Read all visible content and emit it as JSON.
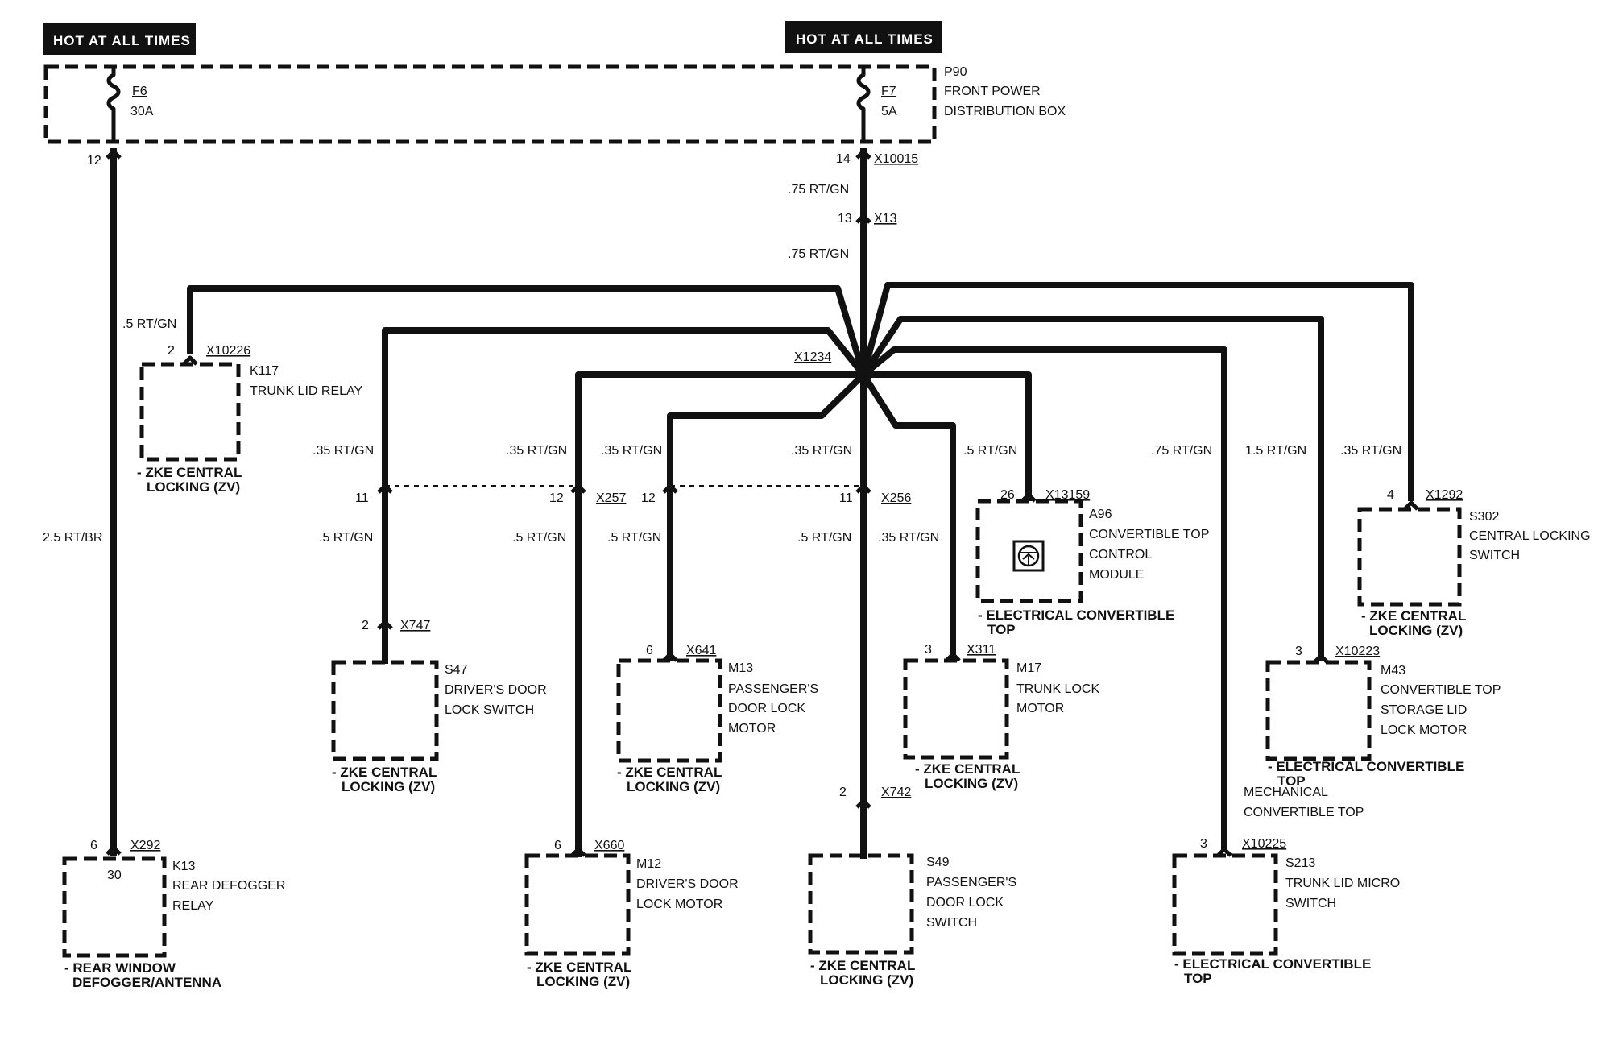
{
  "banners": {
    "left": "HOT AT ALL TIMES",
    "right": "HOT AT ALL TIMES"
  },
  "power_box": {
    "id": "P90",
    "name_line1": "FRONT POWER",
    "name_line2": "DISTRIBUTION BOX",
    "fuse_left": {
      "id": "F6",
      "rating": "30A",
      "pin": "12"
    },
    "fuse_right": {
      "id": "F7",
      "rating": "5A",
      "pin": "14",
      "connector": "X10015"
    }
  },
  "trunk": {
    "wire1": ".75 RT/GN",
    "pin13": "13",
    "connector13": "X13",
    "wire2": ".75 RT/GN",
    "splice": "X1234"
  },
  "left_wire": {
    "gauge1": ".5 RT/GN",
    "gauge2": "2.5 RT/BR"
  },
  "k117": {
    "pin": "2",
    "connector": "X10226",
    "id": "K117",
    "name": "TRUNK LID RELAY",
    "system1": "- ZKE CENTRAL",
    "system2": "LOCKING (ZV)"
  },
  "k13": {
    "pin": "6",
    "connector": "X292",
    "id": "K13",
    "name1": "REAR DEFOGGER",
    "name2": "RELAY",
    "inner": "30",
    "system1": "- REAR WINDOW",
    "system2": "DEFOGGER/ANTENNA"
  },
  "branches": {
    "w1": ".35 RT/GN",
    "w2": ".35 RT/GN",
    "w3": ".35 RT/GN",
    "w4": ".35 RT/GN",
    "w5": ".5 RT/GN",
    "w6": ".75 RT/GN",
    "w7": "1.5 RT/GN",
    "w8": ".35 RT/GN",
    "c1_pin_a": "11",
    "c1_pin_b": "12",
    "c1_conn": "X257",
    "c2_pin_a": "12",
    "c2_pin_b": "11",
    "c2_conn": "X256",
    "l1": ".5 RT/GN",
    "l2": ".5 RT/GN",
    "l3": ".5 RT/GN",
    "l4": ".5 RT/GN",
    "l5": ".35 RT/GN"
  },
  "a96": {
    "pin": "26",
    "connector": "X13159",
    "id": "A96",
    "name1": "CONVERTIBLE TOP",
    "name2": "CONTROL",
    "name3": "MODULE",
    "system1": "- ELECTRICAL CONVERTIBLE",
    "system2": "TOP"
  },
  "s302": {
    "pin": "4",
    "connector": "X1292",
    "id": "S302",
    "name1": "CENTRAL LOCKING",
    "name2": "SWITCH",
    "system1": "- ZKE CENTRAL",
    "system2": "LOCKING (ZV)"
  },
  "s47": {
    "pin": "2",
    "connector": "X747",
    "id": "S47",
    "name1": "DRIVER'S DOOR",
    "name2": "LOCK SWITCH",
    "system1": "- ZKE CENTRAL",
    "system2": "LOCKING (ZV)"
  },
  "m13": {
    "pin": "6",
    "connector": "X641",
    "id": "M13",
    "name1": "PASSENGER'S",
    "name2": "DOOR LOCK",
    "name3": "MOTOR",
    "system1": "- ZKE CENTRAL",
    "system2": "LOCKING (ZV)"
  },
  "m17": {
    "pin": "3",
    "connector": "X311",
    "id": "M17",
    "name1": "TRUNK LOCK",
    "name2": "MOTOR",
    "system1": "- ZKE CENTRAL",
    "system2": "LOCKING (ZV)"
  },
  "m43": {
    "pin": "3",
    "connector": "X10223",
    "id": "M43",
    "name1": "CONVERTIBLE TOP",
    "name2": "STORAGE LID",
    "name3": "LOCK MOTOR",
    "system1": "- ELECTRICAL CONVERTIBLE",
    "system2": "TOP",
    "system3": "MECHANICAL",
    "system4": "CONVERTIBLE TOP"
  },
  "m12": {
    "pin": "6",
    "connector": "X660",
    "id": "M12",
    "name1": "DRIVER'S DOOR",
    "name2": "LOCK MOTOR",
    "system1": "- ZKE CENTRAL",
    "system2": "LOCKING (ZV)"
  },
  "s49": {
    "pin": "2",
    "connector": "X742",
    "id": "S49",
    "name1": "PASSENGER'S",
    "name2": "DOOR LOCK",
    "name3": "SWITCH",
    "system1": "- ZKE CENTRAL",
    "system2": "LOCKING (ZV)"
  },
  "s213": {
    "pin": "3",
    "connector": "X10225",
    "id": "S213",
    "name1": "TRUNK LID MICRO",
    "name2": "SWITCH",
    "system1": "- ELECTRICAL CONVERTIBLE",
    "system2": "TOP"
  }
}
